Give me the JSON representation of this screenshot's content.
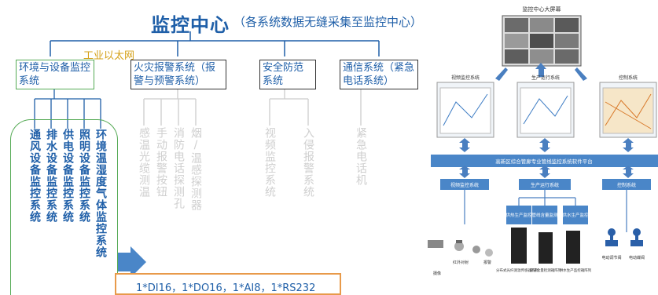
{
  "left_panel": {
    "title": "监控中心",
    "subtitle": "（各系统数据无缝采集至监控中心）",
    "ethernet_label": "工业以太网",
    "systems": [
      {
        "label": "环境与设备监控系统"
      },
      {
        "label": "火灾报警系统（报警与预警系统）"
      },
      {
        "label": "安全防范系统"
      },
      {
        "label": "通信系统（紧急电话系统）"
      }
    ],
    "env_subsystems": [
      "通风设备监控系统",
      "排水设备监控系统",
      "供电设备监控系统",
      "照明设备监控系统",
      "环境温湿度气体监控系统"
    ],
    "fire_subsystems": [
      "感温光缆测温",
      "手动报警按钮",
      "消防电话探测孔",
      "烟/温感探测器"
    ],
    "security_subsystems": [
      "视频监控系统",
      "入侵报警系统"
    ],
    "comm_subsystems": [
      "紧急电话机"
    ],
    "io_label": "1*DI16，1*DO16，1*AI8，1*RS232"
  },
  "right_panel": {
    "big_screen_label": "监控中心大屏幕",
    "screens": [
      "视频监控系统",
      "生产运行系统",
      "控制系统"
    ],
    "platform_label": "高新区综合管廊专业管线监控系统软件平台",
    "systems": [
      "视频监控系统",
      "生产运行系统",
      "控制系统"
    ],
    "production_units": [
      "供热生产监控",
      "管线含量监测",
      "供水生产监控"
    ],
    "device_labels": [
      "摄像",
      "红外对射",
      "报警",
      "分布式光纤测温传感器阵列",
      "管道含量检测箱阵列",
      "供水生产监控箱阵列",
      "电动调节阀",
      "电动蝶阀"
    ]
  },
  "colors": {
    "accent": "#1f5fa8",
    "green": "#55aa55",
    "orange": "#e89a4a",
    "platform": "#4a86c8",
    "arrow": "#4a7fc0"
  }
}
